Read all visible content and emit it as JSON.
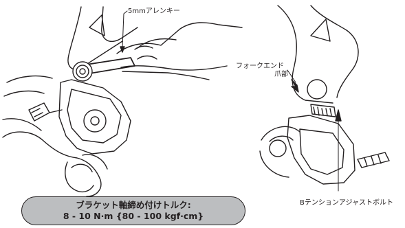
{
  "labels": {
    "wrench": "5mmアレンキー",
    "fork_end_line1": "フォークエンド",
    "fork_end_line2": "爪部",
    "b_tension_bolt": "Bテンションアジャストボルト"
  },
  "torque": {
    "line1": "ブラケット軸締め付けトルク:",
    "line2": "8 - 10 N·m {80 - 100 kgf·cm}"
  },
  "colors": {
    "ink": "#231f20",
    "box_fill": "#bcbec0",
    "paper": "#ffffff"
  }
}
